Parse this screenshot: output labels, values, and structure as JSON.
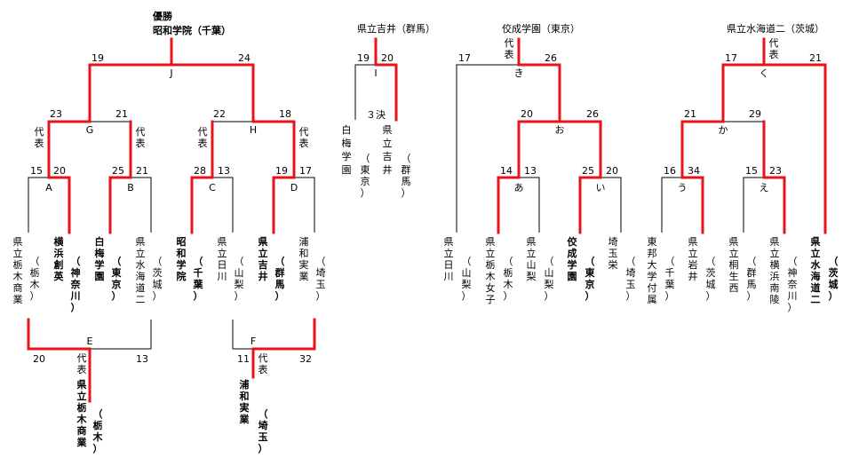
{
  "champion_caption": "優勝",
  "champion": "昭和学院（千葉）",
  "bracket_a": {
    "teams": [
      {
        "text": "県立栃木商業",
        "pref": "（栃木）",
        "winner": false
      },
      {
        "text": "横浜創英",
        "pref": "（神奈川）",
        "winner": true
      },
      {
        "text": "白梅学園",
        "pref": "（東京）",
        "winner": true
      },
      {
        "text": "県立水海道二",
        "pref": "（茨城）",
        "winner": false
      },
      {
        "text": "昭和学院",
        "pref": "（千葉）",
        "winner": true
      },
      {
        "text": "県立日川",
        "pref": "（山梨）",
        "winner": false
      },
      {
        "text": "県立吉井",
        "pref": "（群馬）",
        "winner": true
      },
      {
        "text": "浦和実業",
        "pref": "（埼玉）",
        "winner": false
      }
    ],
    "matches": [
      {
        "label": "A",
        "scores": [
          "15",
          "20"
        ],
        "annotations": []
      },
      {
        "label": "B",
        "scores": [
          "25",
          "21"
        ],
        "annotations": []
      },
      {
        "label": "C",
        "scores": [
          "28",
          "13"
        ],
        "annotations": []
      },
      {
        "label": "D",
        "scores": [
          "19",
          "17"
        ],
        "annotations": []
      },
      {
        "label": "G",
        "scores": [
          "23",
          "21"
        ],
        "annotations": [
          "代表",
          "代表"
        ]
      },
      {
        "label": "H",
        "scores": [
          "22",
          "18"
        ],
        "annotations": [
          "代表",
          "代表"
        ]
      },
      {
        "label": "J",
        "scores": [
          "19",
          "24"
        ],
        "annotations": []
      }
    ]
  },
  "repechage": [
    {
      "label": "E",
      "scores": [
        "20",
        "13"
      ],
      "annotation": "代表",
      "winner_text": "県立栃木商業",
      "winner_pref": "（栃木）"
    },
    {
      "label": "F",
      "scores": [
        "11",
        "32"
      ],
      "annotation": "代表",
      "winner_text": "浦和実業",
      "winner_pref": "（埼玉）"
    }
  ],
  "third_place": {
    "title": "県立吉井（群馬）",
    "label": "I",
    "caption": "３決",
    "scores": [
      "19",
      "20"
    ],
    "teams": [
      {
        "text": "白梅学園",
        "pref": "（東京）"
      },
      {
        "text": "県立吉井",
        "pref": "（群馬）"
      }
    ]
  },
  "bracket_b": {
    "title": "佼成学園（東京）",
    "teams": [
      {
        "text": "県立日川",
        "pref": "（山梨）",
        "winner": false
      },
      {
        "text": "県立栃木女子",
        "pref": "（栃木）",
        "winner": false
      },
      {
        "text": "県立山梨",
        "pref": "（山梨）",
        "winner": false
      },
      {
        "text": "佼成学園",
        "pref": "（東京）",
        "winner": true
      },
      {
        "text": "埼玉栄",
        "pref": "（埼玉）",
        "winner": false
      }
    ],
    "matches": [
      {
        "label": "あ",
        "scores": [
          "14",
          "13"
        ]
      },
      {
        "label": "い",
        "scores": [
          "25",
          "20"
        ]
      },
      {
        "label": "お",
        "scores": [
          "20",
          "26"
        ]
      },
      {
        "label": "き",
        "scores": [
          "17",
          "26"
        ],
        "annotation": "代表"
      }
    ]
  },
  "bracket_c": {
    "title": "県立水海道二（茨城）",
    "teams": [
      {
        "text": "東邦大学付属",
        "pref": "（千葉）",
        "winner": false
      },
      {
        "text": "県立岩井",
        "pref": "（茨城）",
        "winner": false
      },
      {
        "text": "県立桐生西",
        "pref": "（群馬）",
        "winner": false
      },
      {
        "text": "県立横浜南陵",
        "pref": "（神奈川）",
        "winner": false
      },
      {
        "text": "県立水海道二",
        "pref": "（茨城）",
        "winner": true
      }
    ],
    "matches": [
      {
        "label": "う",
        "scores": [
          "16",
          "34"
        ]
      },
      {
        "label": "え",
        "scores": [
          "15",
          "23"
        ]
      },
      {
        "label": "か",
        "scores": [
          "21",
          "29"
        ]
      },
      {
        "label": "く",
        "scores": [
          "17",
          "21"
        ],
        "annotation": "代表"
      }
    ]
  }
}
